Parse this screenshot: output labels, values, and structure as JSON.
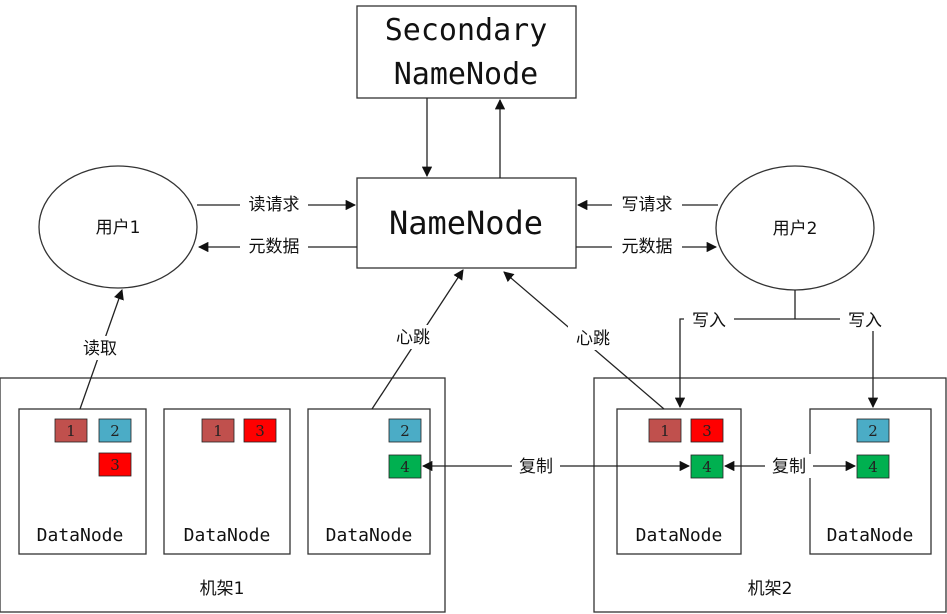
{
  "nodes": {
    "secondary_line1": "Secondary",
    "secondary_line2": "NameNode",
    "namenode": "NameNode",
    "user1": "用户1",
    "user2": "用户2",
    "datanode": "DataNode",
    "rack1": "机架1",
    "rack2": "机架2"
  },
  "edges": {
    "read_request": "读请求",
    "metadata": "元数据",
    "write_request": "写请求",
    "read": "读取",
    "heartbeat": "心跳",
    "write": "写入",
    "replicate": "复制"
  },
  "blocks": {
    "b1": "1",
    "b2": "2",
    "b3": "3",
    "b4": "4"
  },
  "colors": {
    "block1": "#c0504d",
    "block2": "#4bacc6",
    "block3": "#ff0000",
    "block4": "#00b050"
  }
}
